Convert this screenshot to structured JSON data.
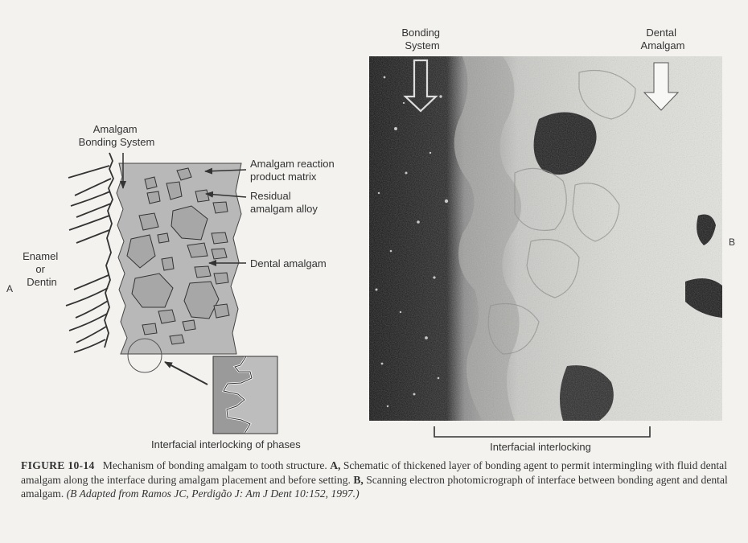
{
  "panel_a": {
    "letter": "A",
    "labels": {
      "bonding_system": [
        "Amalgam",
        "Bonding System"
      ],
      "reaction_product": [
        "Amalgam reaction",
        "product matrix"
      ],
      "residual_alloy": [
        "Residual",
        "amalgam alloy"
      ],
      "enamel_dentin": [
        "Enamel",
        "or",
        "Dentin"
      ],
      "dental_amalgam": "Dental amalgam",
      "interlocking_phases": "Interfacial interlocking of phases"
    }
  },
  "panel_b": {
    "letter": "B",
    "labels": {
      "bonding_system": [
        "Bonding",
        "System"
      ],
      "dental_amalgam": [
        "Dental",
        "Amalgam"
      ],
      "interlocking": "Interfacial interlocking"
    }
  },
  "caption": {
    "lead": "FIGURE 10-14",
    "text_1": "Mechanism of bonding amalgam to tooth structure.",
    "a_label": "A,",
    "text_2": "Schematic of thickened layer of bonding agent to permit intermingling with fluid dental amalgam along the interface during amalgam placement and before setting.",
    "b_label": "B,",
    "text_3": "Scanning electron photomicrograph of interface between bonding agent and dental amalgam.",
    "reference": "(B Adapted from Ramos JC, Perdigão J: Am J Dent 10:152, 1997.)"
  },
  "colors": {
    "amalgam_fill": "#b8b8b8",
    "particle_fill": "#a9a9a9",
    "line": "#333333",
    "sem_dark": "#1a1a1a",
    "sem_light": "#d8d8d4"
  }
}
